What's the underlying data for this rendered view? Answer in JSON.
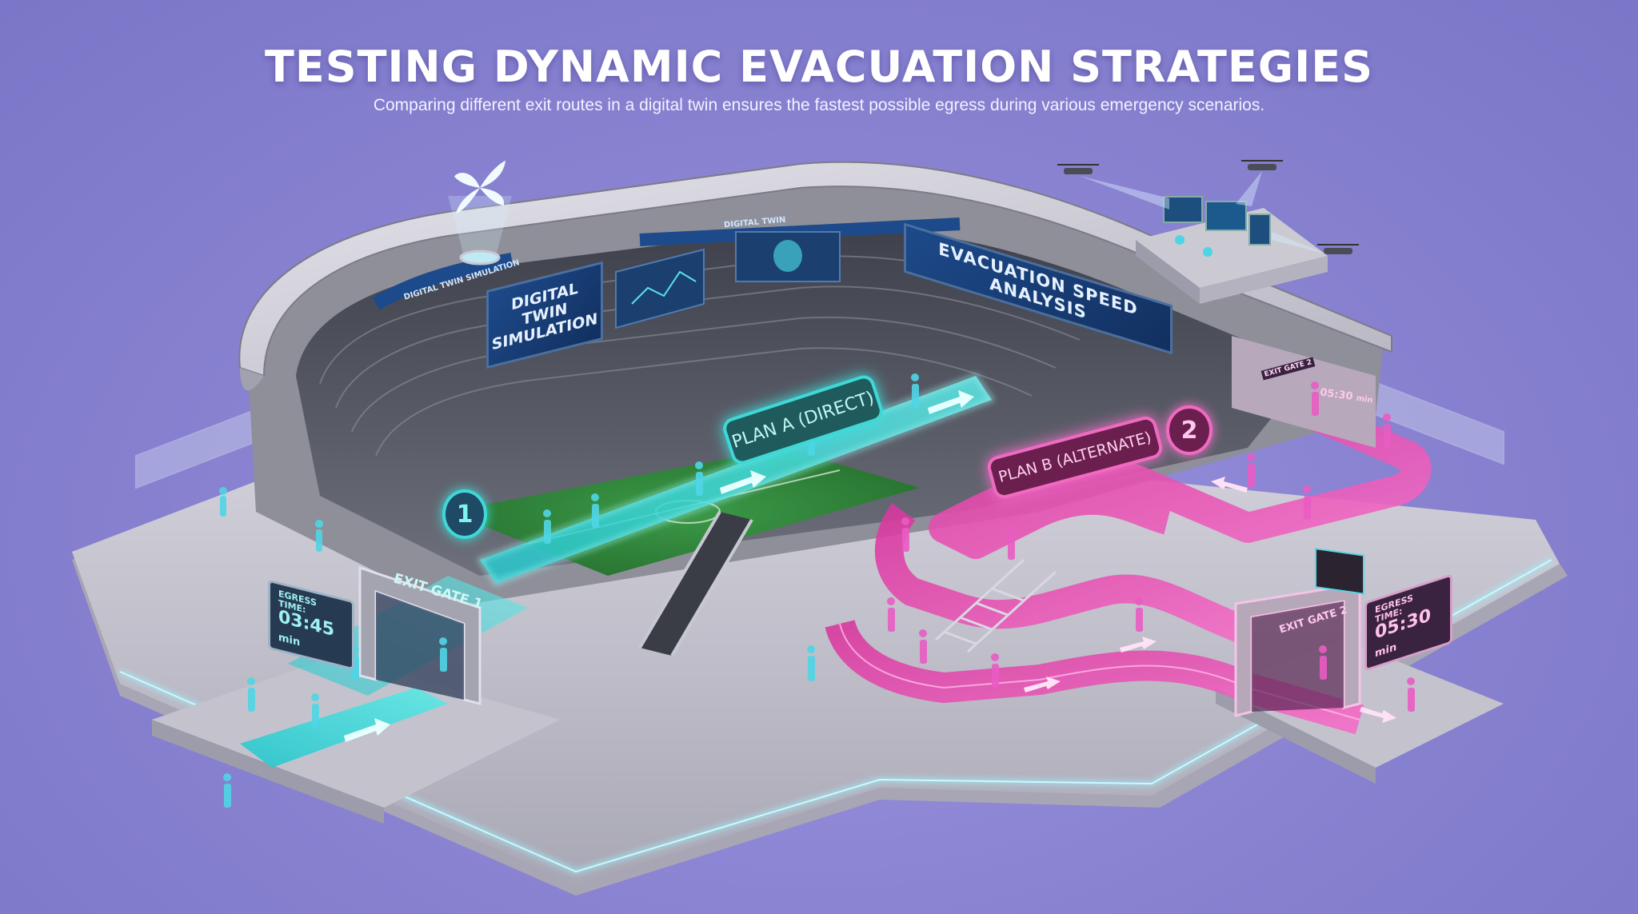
{
  "header": {
    "title": "TESTING DYNAMIC EVACUATION STRATEGIES",
    "subtitle": "Comparing different exit routes in a digital twin ensures the fastest possible egress during various emergency scenarios."
  },
  "scene": {
    "icons": [
      "hologram-pinwheel-icon",
      "drone-icon",
      "control-room-monitors",
      "person-figure-icon",
      "arrow-icon",
      "escalator",
      "staircase"
    ],
    "colors": {
      "background": "#8781d0",
      "plan_a_accent": "#3fd8d6",
      "plan_b_accent": "#f06ac0",
      "structure": "#c9c9d2",
      "screen_blue": "#1d4a8a"
    },
    "screens": {
      "digital_twin_line1": "DIGITAL TWIN",
      "digital_twin_line2": "SIMULATION",
      "ribbon_left": "DIGITAL TWIN SIMULATION",
      "ribbon_top": "DIGITAL TWIN",
      "evacuation_banner": "EVACUATION SPEED ANALYSIS"
    },
    "plan_a": {
      "label": "PLAN A (DIRECT)",
      "number": "1",
      "gate_label": "EXIT GATE 1",
      "egress_title": "EGRESS TIME:",
      "egress_value": "03:45",
      "egress_unit": "min"
    },
    "plan_b": {
      "label": "PLAN B (ALTERNATE)",
      "number": "2",
      "gate_label": "EXIT GATE 2",
      "upper_gate_label": "EXIT GATE 2",
      "egress_title": "EGRESS TIME:",
      "egress_value": "05:30",
      "egress_unit": "min",
      "upper_egress_value": "05:30",
      "upper_egress_unit": "min"
    }
  }
}
